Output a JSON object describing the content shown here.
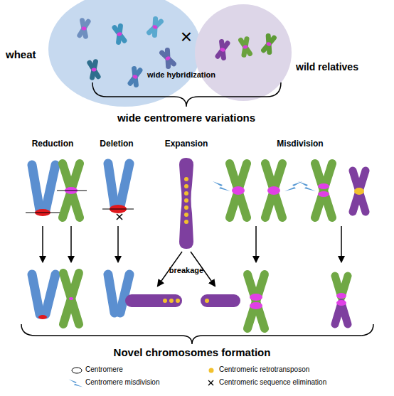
{
  "diagram": {
    "nodes": [
      {
        "text": [
          "wheat"
        ]
      },
      {
        "text": [
          "wild relatives"
        ]
      }
    ],
    "labels": [
      "×",
      "wide hybridization",
      "wide centromere variations",
      "Reduction",
      "Deletion",
      "Expansion",
      "Misdivision",
      "breakage",
      "Novel chromosomes formation"
    ],
    "legend": [
      {
        "text": "Centromere"
      },
      {
        "text": "Centromeric retrotransposon"
      },
      {
        "text": "Centromere misdivision"
      },
      {
        "text": "Centromeric sequence elimination"
      }
    ]
  }
}
